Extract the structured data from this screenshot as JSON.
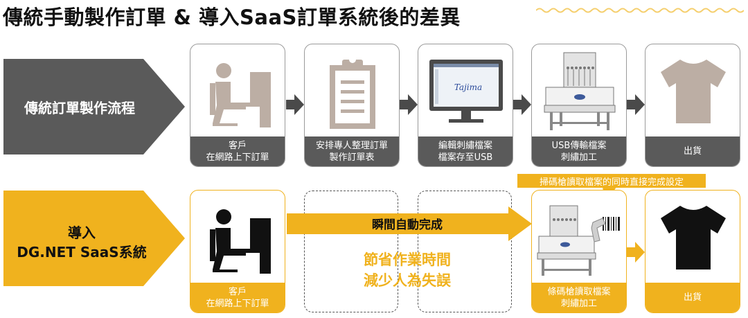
{
  "title": "傳統手動製作訂單 & 導入SaaS訂單系統後的差異",
  "colors": {
    "gray_dark": "#5a5a5a",
    "gray_light": "#bcaea4",
    "yellow": "#f0b21e",
    "black": "#111111"
  },
  "traditional": {
    "label": "傳統訂單製作流程",
    "steps": [
      {
        "line1": "客戶",
        "line2": "在網路上下訂單",
        "icon": "person-at-desk-icon"
      },
      {
        "line1": "安排專人整理訂單",
        "line2": "製作訂單表",
        "icon": "clipboard-icon"
      },
      {
        "line1": "編輯刺繡檔案",
        "line2": "檔案存至USB",
        "icon": "monitor-icon",
        "screen_text": "Tajima"
      },
      {
        "line1": "USB傳輸檔案",
        "line2": "刺繡加工",
        "icon": "embroidery-machine-icon"
      },
      {
        "line1": "出貨",
        "line2": "",
        "icon": "tshirt-icon"
      }
    ]
  },
  "saas": {
    "label_line1": "導入",
    "label_line2": "DG.NET SaaS系統",
    "steps": [
      {
        "line1": "客戶",
        "line2": "在網路上下訂單",
        "icon": "person-at-desk-icon"
      },
      {
        "line1": "條碼槍讀取檔案",
        "line2": "刺繡加工",
        "icon": "embroidery-machine-barcode-icon"
      },
      {
        "line1": "出貨",
        "line2": "",
        "icon": "tshirt-icon"
      }
    ],
    "auto_label": "瞬間自動完成",
    "benefit_line1": "節省作業時間",
    "benefit_line2": "減少人為失誤",
    "note": "掃碼槍讀取檔案的同時直接完成設定"
  }
}
